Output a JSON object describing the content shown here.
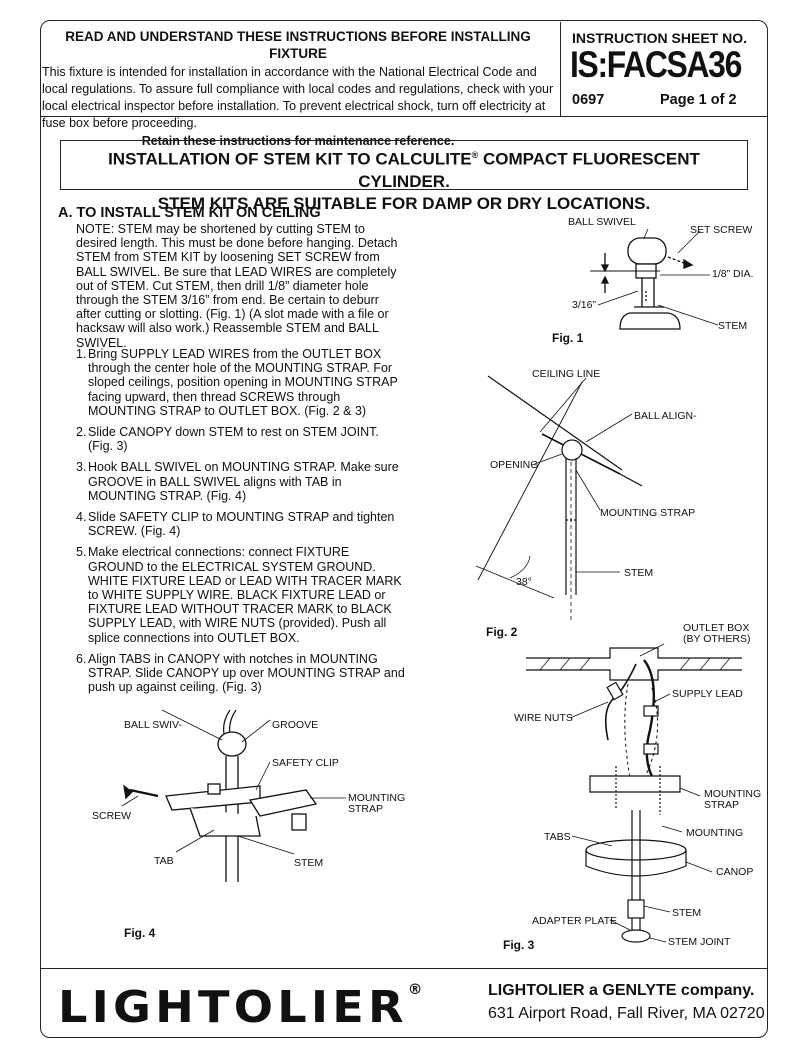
{
  "header": {
    "heading": "READ AND UNDERSTAND THESE INSTRUCTIONS BEFORE INSTALLING FIXTURE",
    "body": "This fixture is intended for installation in accordance with the National Electrical Code and local regulations. To assure full compliance with local codes and regulations, check with your local electrical inspector before installation. To prevent electrical shock, turn off electricity at fuse box before proceeding.",
    "retain": "Retain these instructions for maintenance reference.",
    "sheet_label": "INSTRUCTION SHEET NO.",
    "sheet_number": "IS:FACSA36",
    "code": "0697",
    "page": "Page 1 of 2"
  },
  "banner": {
    "line1_pre": "INSTALLATION OF STEM KIT TO CALCULITE",
    "reg": "®",
    "line1_post": " COMPACT FLUORESCENT CYLINDER.",
    "line2": "STEM KITS ARE SUITABLE FOR DAMP OR DRY LOCATIONS."
  },
  "section": {
    "title": "A.  TO INSTALL STEM KIT ON CEILING",
    "note": "NOTE: STEM may be shortened by cutting STEM to desired length. This must be done before hanging. Detach STEM from STEM KIT by loosening SET SCREW from BALL SWIVEL. Be sure that LEAD WIRES are completely out of STEM. Cut STEM, then drill 1/8” diameter hole through the STEM 3/16” from end. Be certain to deburr after cutting or slotting. (Fig. 1) (A slot made with a file or hacksaw will also work.) Reassemble STEM and BALL SWIVEL.",
    "steps": [
      {
        "n": "1.",
        "text": "Bring SUPPLY LEAD WIRES from the OUTLET BOX through the center hole of the MOUNTING STRAP. For sloped ceilings, position opening in MOUNTING STRAP facing upward, then thread SCREWS through MOUNTING STRAP to OUTLET BOX. (Fig. 2 & 3)"
      },
      {
        "n": "2.",
        "text": "Slide CANOPY down STEM to rest on STEM JOINT. (Fig. 3)"
      },
      {
        "n": "3.",
        "text": "Hook BALL SWIVEL on MOUNTING STRAP. Make sure GROOVE in BALL SWIVEL aligns with TAB in MOUNTING STRAP. (Fig. 4)"
      },
      {
        "n": "4.",
        "text": "Slide SAFETY CLIP to MOUNTING STRAP and tighten SCREW. (Fig. 4)"
      },
      {
        "n": "5.",
        "text": "Make electrical connections: connect FIXTURE GROUND to the ELECTRICAL SYSTEM GROUND. WHITE FIXTURE LEAD or LEAD WITH TRACER MARK to WHITE SUPPLY WIRE. BLACK FIXTURE LEAD or FIXTURE LEAD WITHOUT TRACER MARK to BLACK SUPPLY LEAD, with WIRE NUTS (provided). Push all splice connections into OUTLET BOX."
      },
      {
        "n": "6.",
        "text": "Align TABS in CANOPY with notches in MOUNTING STRAP. Slide CANOPY up over MOUNTING STRAP and push up against ceiling. (Fig. 3)"
      }
    ]
  },
  "fig1": {
    "caption": "Fig. 1",
    "labels": {
      "ball_swivel": "BALL SWIVEL",
      "set_screw": "SET SCREW",
      "dia": "1/8” DIA.",
      "dim": "3/16”",
      "stem": "STEM"
    }
  },
  "fig2": {
    "caption": "Fig. 2",
    "labels": {
      "ceiling_line": "CEILING LINE",
      "ball_align": "BALL ALIGN-",
      "opening": "OPENING",
      "mounting_strap": "MOUNTING STRAP",
      "stem": "STEM",
      "angle": "38°"
    }
  },
  "fig3": {
    "caption": "Fig. 3",
    "labels": {
      "outlet_box": "OUTLET BOX",
      "by_others": "(BY OTHERS)",
      "supply_lead": "SUPPLY LEAD",
      "wire_nuts": "WIRE NUTS",
      "mounting_strap_1": "MOUNTING",
      "mounting_strap_2": "STRAP",
      "mounting": "MOUNTING",
      "tabs": "TABS",
      "canopy": "CANOP",
      "stem": "STEM",
      "adapter_plate": "ADAPTER PLATE",
      "stem_joint": "STEM JOINT"
    }
  },
  "fig4": {
    "caption": "Fig. 4",
    "labels": {
      "ball_swivel": "BALL SWIV-",
      "groove": "GROOVE",
      "safety_clip": "SAFETY CLIP",
      "mounting_1": "MOUNTING",
      "mounting_2": "STRAP",
      "screw": "SCREW",
      "tab": "TAB",
      "stem": "STEM"
    }
  },
  "footer": {
    "logo": "LIGHTOLIER",
    "logo_reg": "®",
    "company": "LIGHTOLIER a GENLYTE company.",
    "address": "631 Airport Road, Fall River, MA  02720"
  }
}
